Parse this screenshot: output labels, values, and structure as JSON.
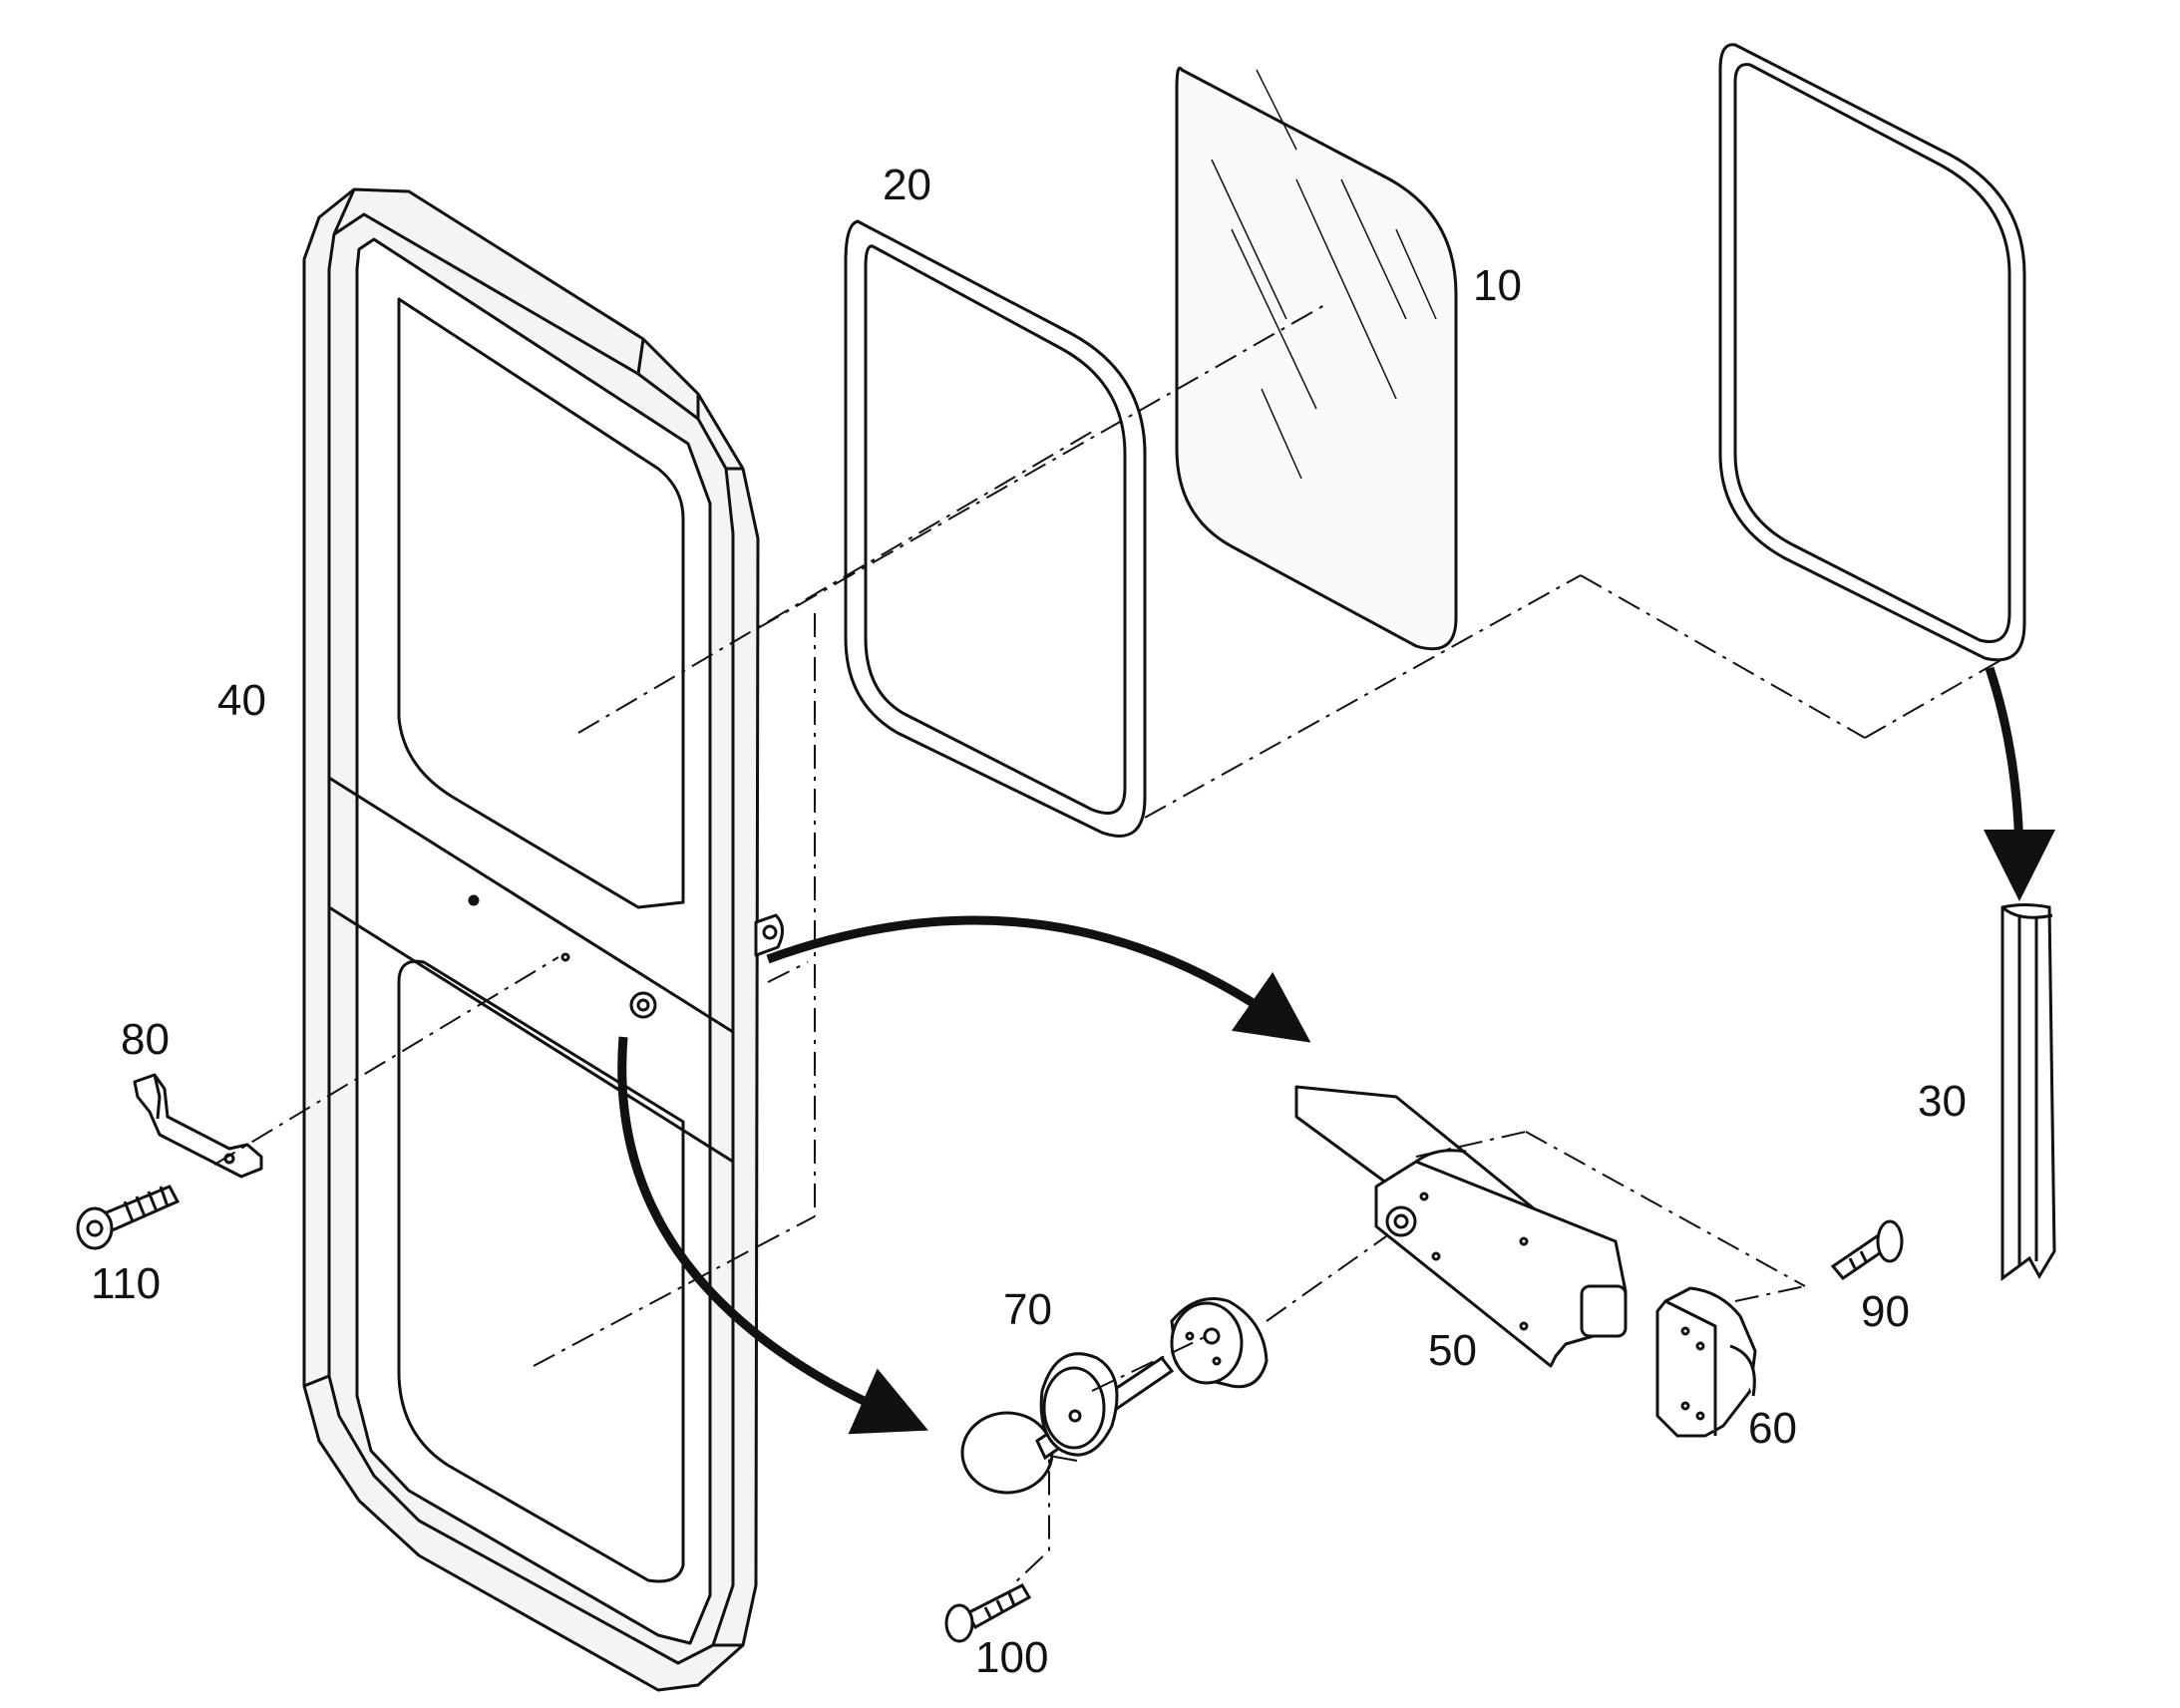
{
  "colors": {
    "ink": "#111111",
    "background": "#ffffff",
    "frame_fill": "#f4f4f4",
    "glass_fill": "#fafafa"
  },
  "labels": {
    "glass_pane": "10",
    "inner_seal": "20",
    "outer_seal": "30",
    "door_frame": "40",
    "lock_body": "50",
    "strike_plate": "60",
    "knob_assembly": "70",
    "pull_handle": "80",
    "strike_screw": "90",
    "knob_screw": "100",
    "handle_screw": "110"
  }
}
